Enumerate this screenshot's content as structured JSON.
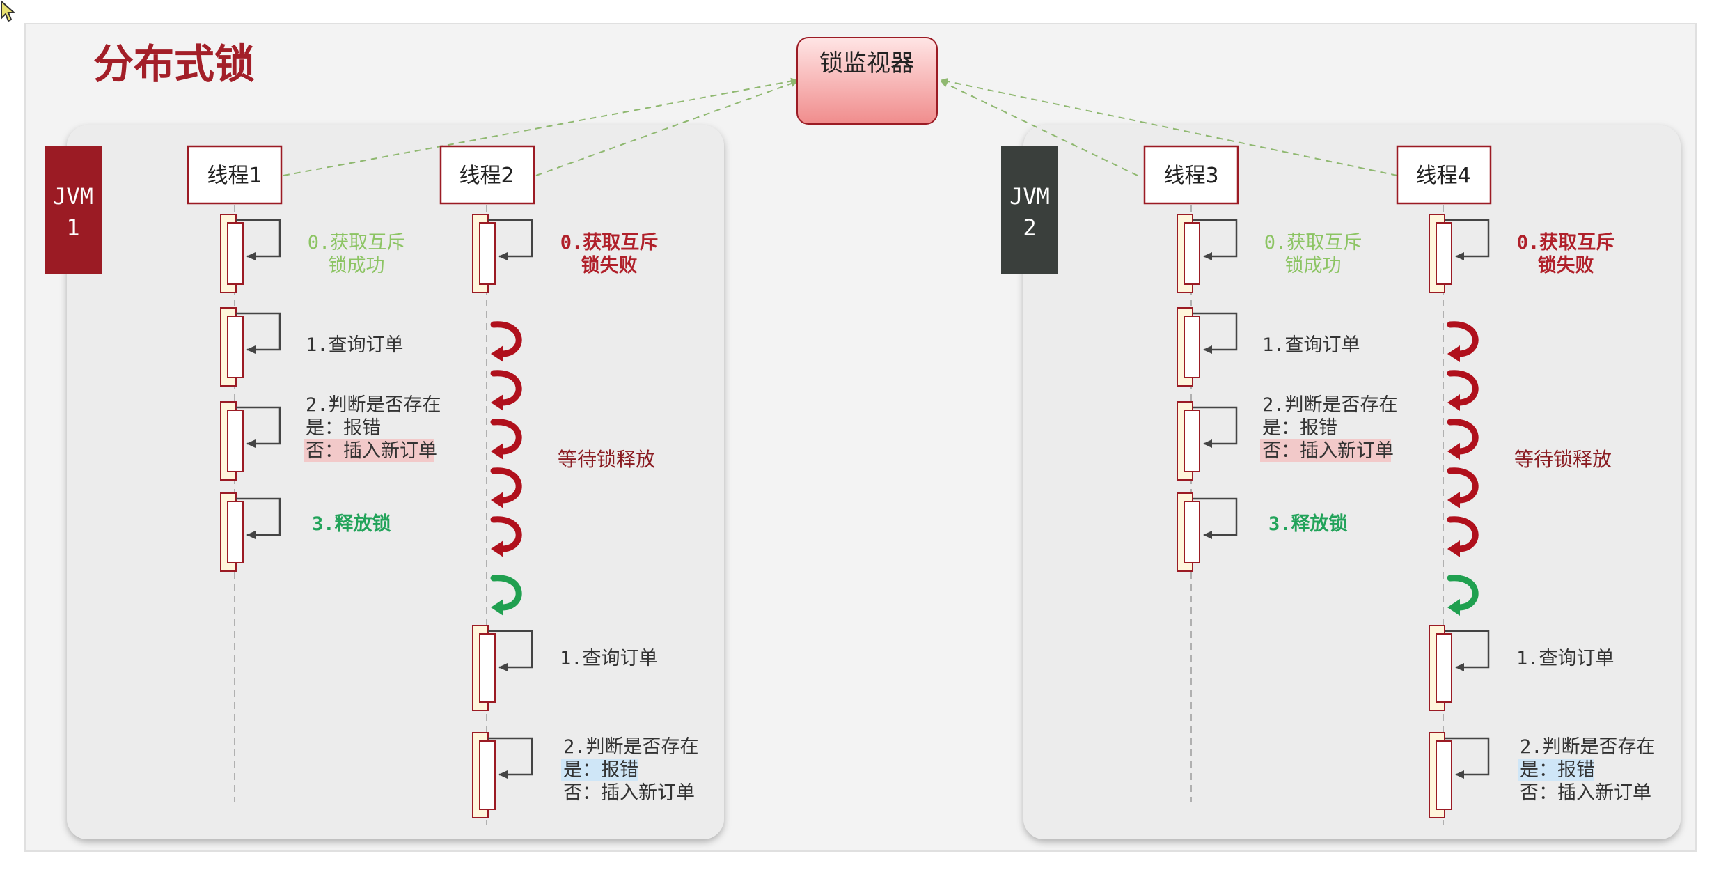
{
  "title": "分布式锁",
  "monitor": {
    "label": "锁监视器"
  },
  "jvms": [
    {
      "label_line1": "JVM",
      "label_line2": "1",
      "color": "#9b1b24",
      "threads": [
        {
          "name": "线程1",
          "steps": [
            {
              "lines": [
                {
                  "text": "0.获取互斥",
                  "color": "#8cc463"
                },
                {
                  "text": "锁成功",
                  "color": "#8cc463"
                }
              ]
            },
            {
              "lines": [
                {
                  "text": "1.查询订单",
                  "color": "#333333"
                }
              ]
            },
            {
              "lines": [
                {
                  "text": "2.判断是否存在",
                  "color": "#333333"
                },
                {
                  "text": "是：报错",
                  "color": "#333333"
                },
                {
                  "text": "否：插入新订单",
                  "color": "#333333",
                  "highlight": "#f2c9c9"
                }
              ]
            },
            {
              "lines": [
                {
                  "text": "3.释放锁",
                  "color": "#22a35a"
                }
              ]
            }
          ]
        },
        {
          "name": "线程2",
          "steps": [
            {
              "lines": [
                {
                  "text": "0.获取互斥",
                  "color": "#b0202a"
                },
                {
                  "text": "锁失败",
                  "color": "#b0202a"
                }
              ]
            }
          ],
          "wait_label": "等待锁释放",
          "steps_after": [
            {
              "lines": [
                {
                  "text": "1.查询订单",
                  "color": "#333333"
                }
              ]
            },
            {
              "lines": [
                {
                  "text": "2.判断是否存在",
                  "color": "#333333"
                },
                {
                  "text": "是：报错",
                  "color": "#333333",
                  "highlight": "#cfe6f7"
                },
                {
                  "text": "否：插入新订单",
                  "color": "#333333"
                }
              ]
            }
          ]
        }
      ]
    },
    {
      "label_line1": "JVM",
      "label_line2": "2",
      "color": "#3a3f3c",
      "threads": [
        {
          "name": "线程3",
          "steps": [
            {
              "lines": [
                {
                  "text": "0.获取互斥",
                  "color": "#8cc463"
                },
                {
                  "text": "锁成功",
                  "color": "#8cc463"
                }
              ]
            },
            {
              "lines": [
                {
                  "text": "1.查询订单",
                  "color": "#333333"
                }
              ]
            },
            {
              "lines": [
                {
                  "text": "2.判断是否存在",
                  "color": "#333333"
                },
                {
                  "text": "是：报错",
                  "color": "#333333"
                },
                {
                  "text": "否：插入新订单",
                  "color": "#333333",
                  "highlight": "#f2c9c9"
                }
              ]
            },
            {
              "lines": [
                {
                  "text": "3.释放锁",
                  "color": "#22a35a"
                }
              ]
            }
          ]
        },
        {
          "name": "线程4",
          "steps": [
            {
              "lines": [
                {
                  "text": "0.获取互斥",
                  "color": "#b0202a"
                },
                {
                  "text": "锁失败",
                  "color": "#b0202a"
                }
              ]
            }
          ],
          "wait_label": "等待锁释放",
          "steps_after": [
            {
              "lines": [
                {
                  "text": "1.查询订单",
                  "color": "#333333"
                }
              ]
            },
            {
              "lines": [
                {
                  "text": "2.判断是否存在",
                  "color": "#333333"
                },
                {
                  "text": "是：报错",
                  "color": "#333333",
                  "highlight": "#cfe6f7"
                },
                {
                  "text": "否：插入新订单",
                  "color": "#333333"
                }
              ]
            }
          ]
        }
      ]
    }
  ],
  "wait_arrows": {
    "red_count": 5,
    "green_count": 1,
    "red": "#b0101c",
    "green": "#20a050"
  },
  "colors": {
    "title": "#a31f28",
    "link": "#8fb870",
    "box_border": "#9b1b24",
    "activation_fill": "#fff6dc"
  }
}
